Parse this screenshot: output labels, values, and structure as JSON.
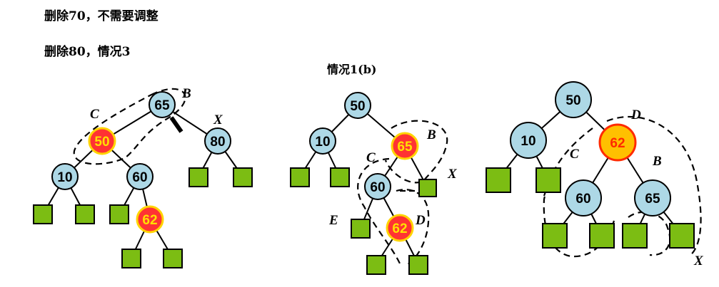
{
  "headings": [
    "删除70，不需要调整",
    "删除80，情况3",
    "情况1(b)"
  ],
  "colors": {
    "black_node_fill": "#add8e6",
    "red_node_fill": "#ff3333",
    "red_node_text": "#ffe000",
    "highlight_node_fill": "#ffc000",
    "highlight_node_text": "#ff2a00",
    "leaf_fill": "#7cbd13"
  },
  "trees": [
    {
      "n65": "65",
      "n50": "50",
      "n80": "80",
      "n10": "10",
      "n60": "60",
      "n62": "62",
      "lbl_c": "C",
      "lbl_b": "B",
      "lbl_x": "X"
    },
    {
      "n50": "50",
      "n10": "10",
      "n65": "65",
      "n60": "60",
      "n62": "62",
      "lbl_b": "B",
      "lbl_c": "C",
      "lbl_x": "X",
      "lbl_e": "E",
      "lbl_d": "D"
    },
    {
      "n50": "50",
      "n10": "10",
      "n62": "62",
      "n60": "60",
      "n65": "65",
      "lbl_d": "D",
      "lbl_c": "C",
      "lbl_b": "B",
      "lbl_x": "X"
    }
  ]
}
